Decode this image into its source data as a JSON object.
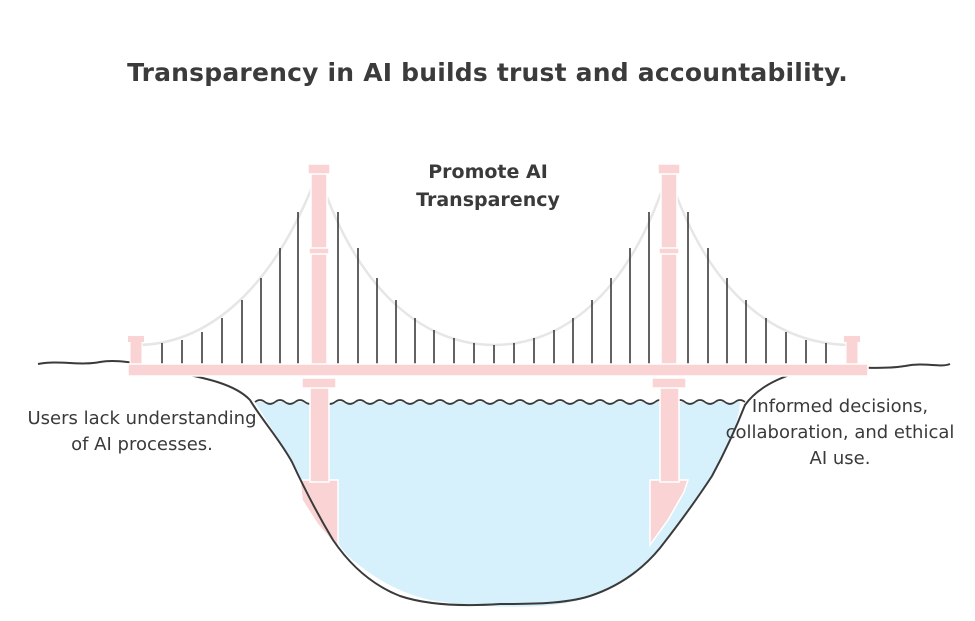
{
  "title": "Transparency in AI builds trust and accountability.",
  "labels": {
    "center": "Promote AI Transparency",
    "left": "Users lack understanding of AI processes.",
    "right": "Informed decisions, collaboration, and ethical AI use."
  },
  "colors": {
    "tower_fill": "#fad4d4",
    "water_fill": "#d6f1fb",
    "outline": "#3a3a3a",
    "main_cable": "#e6e6e6",
    "suspender": "#2e2e2e"
  }
}
